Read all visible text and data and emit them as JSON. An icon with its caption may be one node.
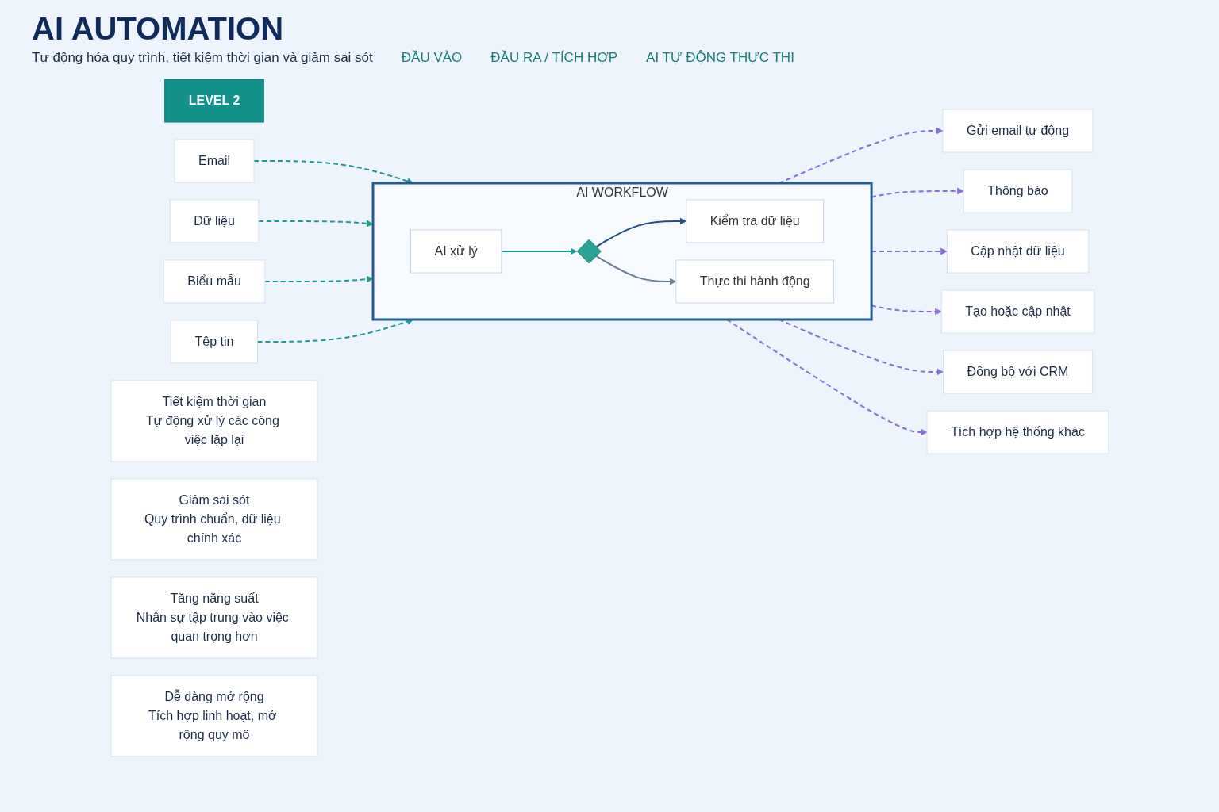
{
  "diagram": {
    "title": "AI AUTOMATION",
    "nodes": [
      {
        "text": [
          "LEVEL 2"
        ]
      },
      {
        "text": [
          "Email"
        ]
      },
      {
        "text": [
          "Dữ liệu"
        ]
      },
      {
        "text": [
          "Biểu mẫu"
        ]
      },
      {
        "text": [
          "Tệp tin"
        ]
      },
      {
        "text": [
          "AI WORKFLOW"
        ]
      },
      {
        "text": [
          "AI xử lý"
        ],
        "in": 5
      },
      {
        "text": [],
        "shape": "diamond",
        "in": 5
      },
      {
        "text": [
          "Kiểm tra dữ liệu"
        ],
        "in": 5
      },
      {
        "text": [
          "Thực thi hành động"
        ],
        "in": 5
      },
      {
        "text": [
          "Gửi email tự động"
        ]
      },
      {
        "text": [
          "Thông báo"
        ]
      },
      {
        "text": [
          "Cập nhật dữ liệu"
        ]
      },
      {
        "text": [
          "Tạo hoặc cập nhật"
        ]
      },
      {
        "text": [
          "Đồng bộ với CRM"
        ]
      },
      {
        "text": [
          "Tích hợp hệ thống khác"
        ]
      },
      {
        "text": [
          "Tiết kiệm thời gian",
          "Tự động xử lý các công việc lặp lại"
        ]
      },
      {
        "text": [
          "Giảm sai sót",
          "Quy trình chuẩn, dữ liệu chính xác"
        ]
      },
      {
        "text": [
          "Tăng năng suất",
          "Nhân sự tập trung vào việc quan trọng hơn"
        ]
      },
      {
        "text": [
          "Dễ dàng mở rộng",
          "Tích hợp linh hoạt, mở rộng quy mô"
        ]
      }
    ],
    "edges": [
      {
        "from": 1,
        "to": 5,
        "arrow": "to",
        "style": "dashed",
        "color": "#1a9a94"
      },
      {
        "from": 2,
        "to": 5,
        "arrow": "to",
        "style": "dashed",
        "color": "#1a9a94"
      },
      {
        "from": 3,
        "to": 5,
        "arrow": "to",
        "style": "dashed",
        "color": "#1a9a94"
      },
      {
        "from": 4,
        "to": 5,
        "arrow": "to",
        "style": "dashed",
        "color": "#1a9a94"
      },
      {
        "from": 6,
        "to": 7,
        "arrow": "to",
        "color": "#1a9a94"
      },
      {
        "from": 7,
        "to": 8,
        "arrow": "to",
        "color": "#1f4f86"
      },
      {
        "from": 7,
        "to": 9,
        "arrow": "to",
        "color": "#6b7f99"
      },
      {
        "from": 5,
        "to": 10,
        "arrow": "to",
        "style": "dashed",
        "color": "#8a6fdc"
      },
      {
        "from": 5,
        "to": 11,
        "arrow": "to",
        "style": "dashed",
        "color": "#8a6fdc"
      },
      {
        "from": 5,
        "to": 12,
        "arrow": "to",
        "style": "dashed",
        "color": "#8a6fdc"
      },
      {
        "from": 5,
        "to": 13,
        "arrow": "to",
        "style": "dashed",
        "color": "#8a6fdc"
      },
      {
        "from": 5,
        "to": 14,
        "arrow": "to",
        "style": "dashed",
        "color": "#8a6fdc"
      },
      {
        "from": 5,
        "to": 15,
        "arrow": "to",
        "style": "dashed",
        "color": "#8a6fdc"
      }
    ],
    "labels": [
      "Tự động hóa quy trình, tiết kiệm thời gian và giảm sai sót",
      "ĐẦU VÀO",
      "ĐẦU RA / TÍCH HỢP",
      "AI TỰ ĐỘNG THỰC THI"
    ]
  }
}
